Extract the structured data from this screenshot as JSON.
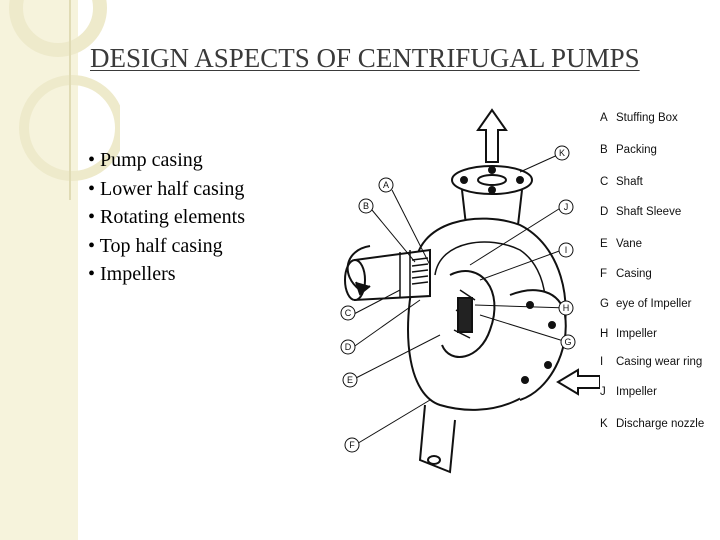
{
  "slide": {
    "title": "DESIGN ASPECTS OF CENTRIFUGAL PUMPS",
    "bullets": [
      "• Pump casing",
      "• Lower half casing",
      "• Rotating elements",
      "• Top half casing",
      "• Impellers"
    ]
  },
  "diagram": {
    "callouts": [
      "A",
      "B",
      "C",
      "D",
      "E",
      "F",
      "G",
      "H",
      "I",
      "J",
      "K"
    ],
    "legend": [
      {
        "key": "A",
        "label": "Stuffing Box"
      },
      {
        "key": "B",
        "label": "Packing"
      },
      {
        "key": "C",
        "label": "Shaft"
      },
      {
        "key": "D",
        "label": "Shaft Sleeve"
      },
      {
        "key": "E",
        "label": "Vane"
      },
      {
        "key": "F",
        "label": "Casing"
      },
      {
        "key": "G",
        "label": "eye of Impeller"
      },
      {
        "key": "H",
        "label": "Impeller"
      },
      {
        "key": "I",
        "label": "Casing wear ring"
      },
      {
        "key": "J",
        "label": "Impeller"
      },
      {
        "key": "K",
        "label": "Discharge nozzle"
      }
    ]
  },
  "colors": {
    "band": "#f6f3dc",
    "ring": "#e9e5c4",
    "title": "#3a3a3a"
  }
}
